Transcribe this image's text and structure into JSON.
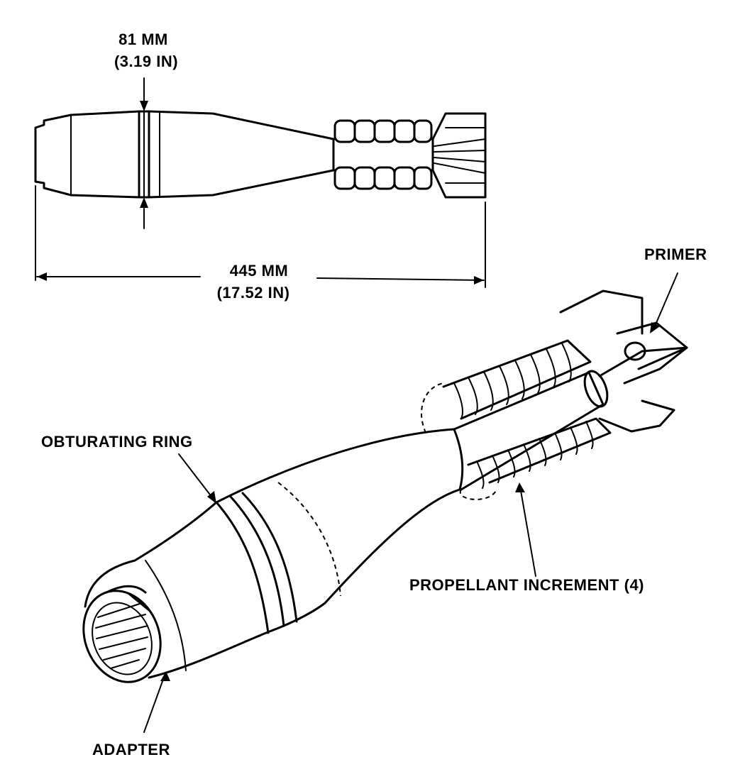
{
  "diagram": {
    "dimensions": {
      "diameter_mm": "81 MM",
      "diameter_in": "(3.19 IN)",
      "length_mm": "445 MM",
      "length_in": "(17.52 IN)"
    },
    "callouts": {
      "primer": "PRIMER",
      "obturating_ring": "OBTURATING RING",
      "propellant_increment": "PROPELLANT INCREMENT (4)",
      "adapter": "ADAPTER"
    }
  }
}
